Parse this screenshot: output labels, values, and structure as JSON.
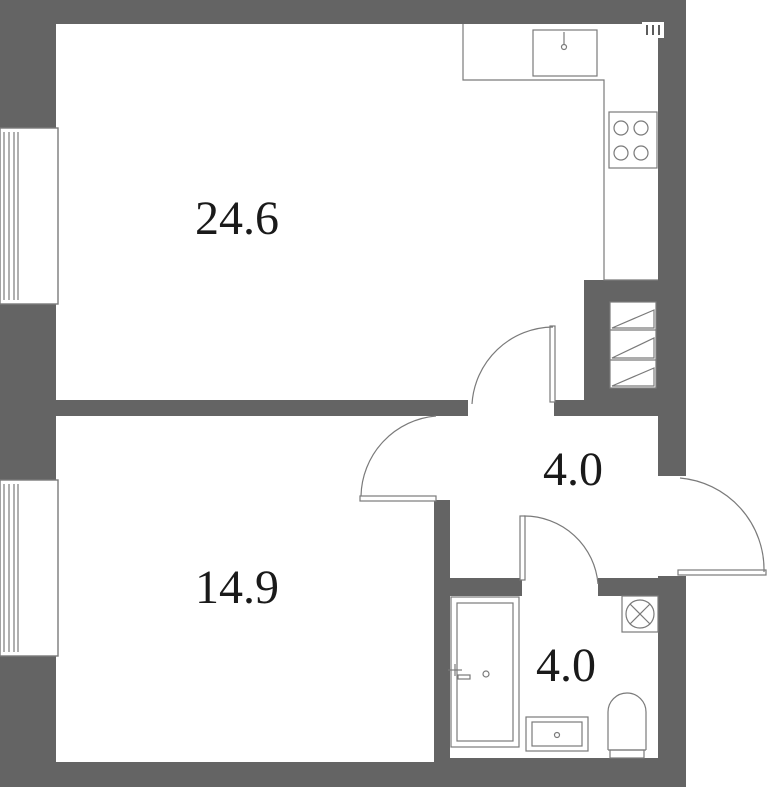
{
  "colors": {
    "wall": "#646464",
    "floor": "#ffffff",
    "line": "#7a7a7a",
    "text": "#1a1a1a"
  },
  "rooms": [
    {
      "id": "kitchen-living",
      "area": "24.6"
    },
    {
      "id": "bedroom",
      "area": "14.9"
    },
    {
      "id": "hallway",
      "area": "4.0"
    },
    {
      "id": "bathroom",
      "area": "4.0"
    }
  ]
}
